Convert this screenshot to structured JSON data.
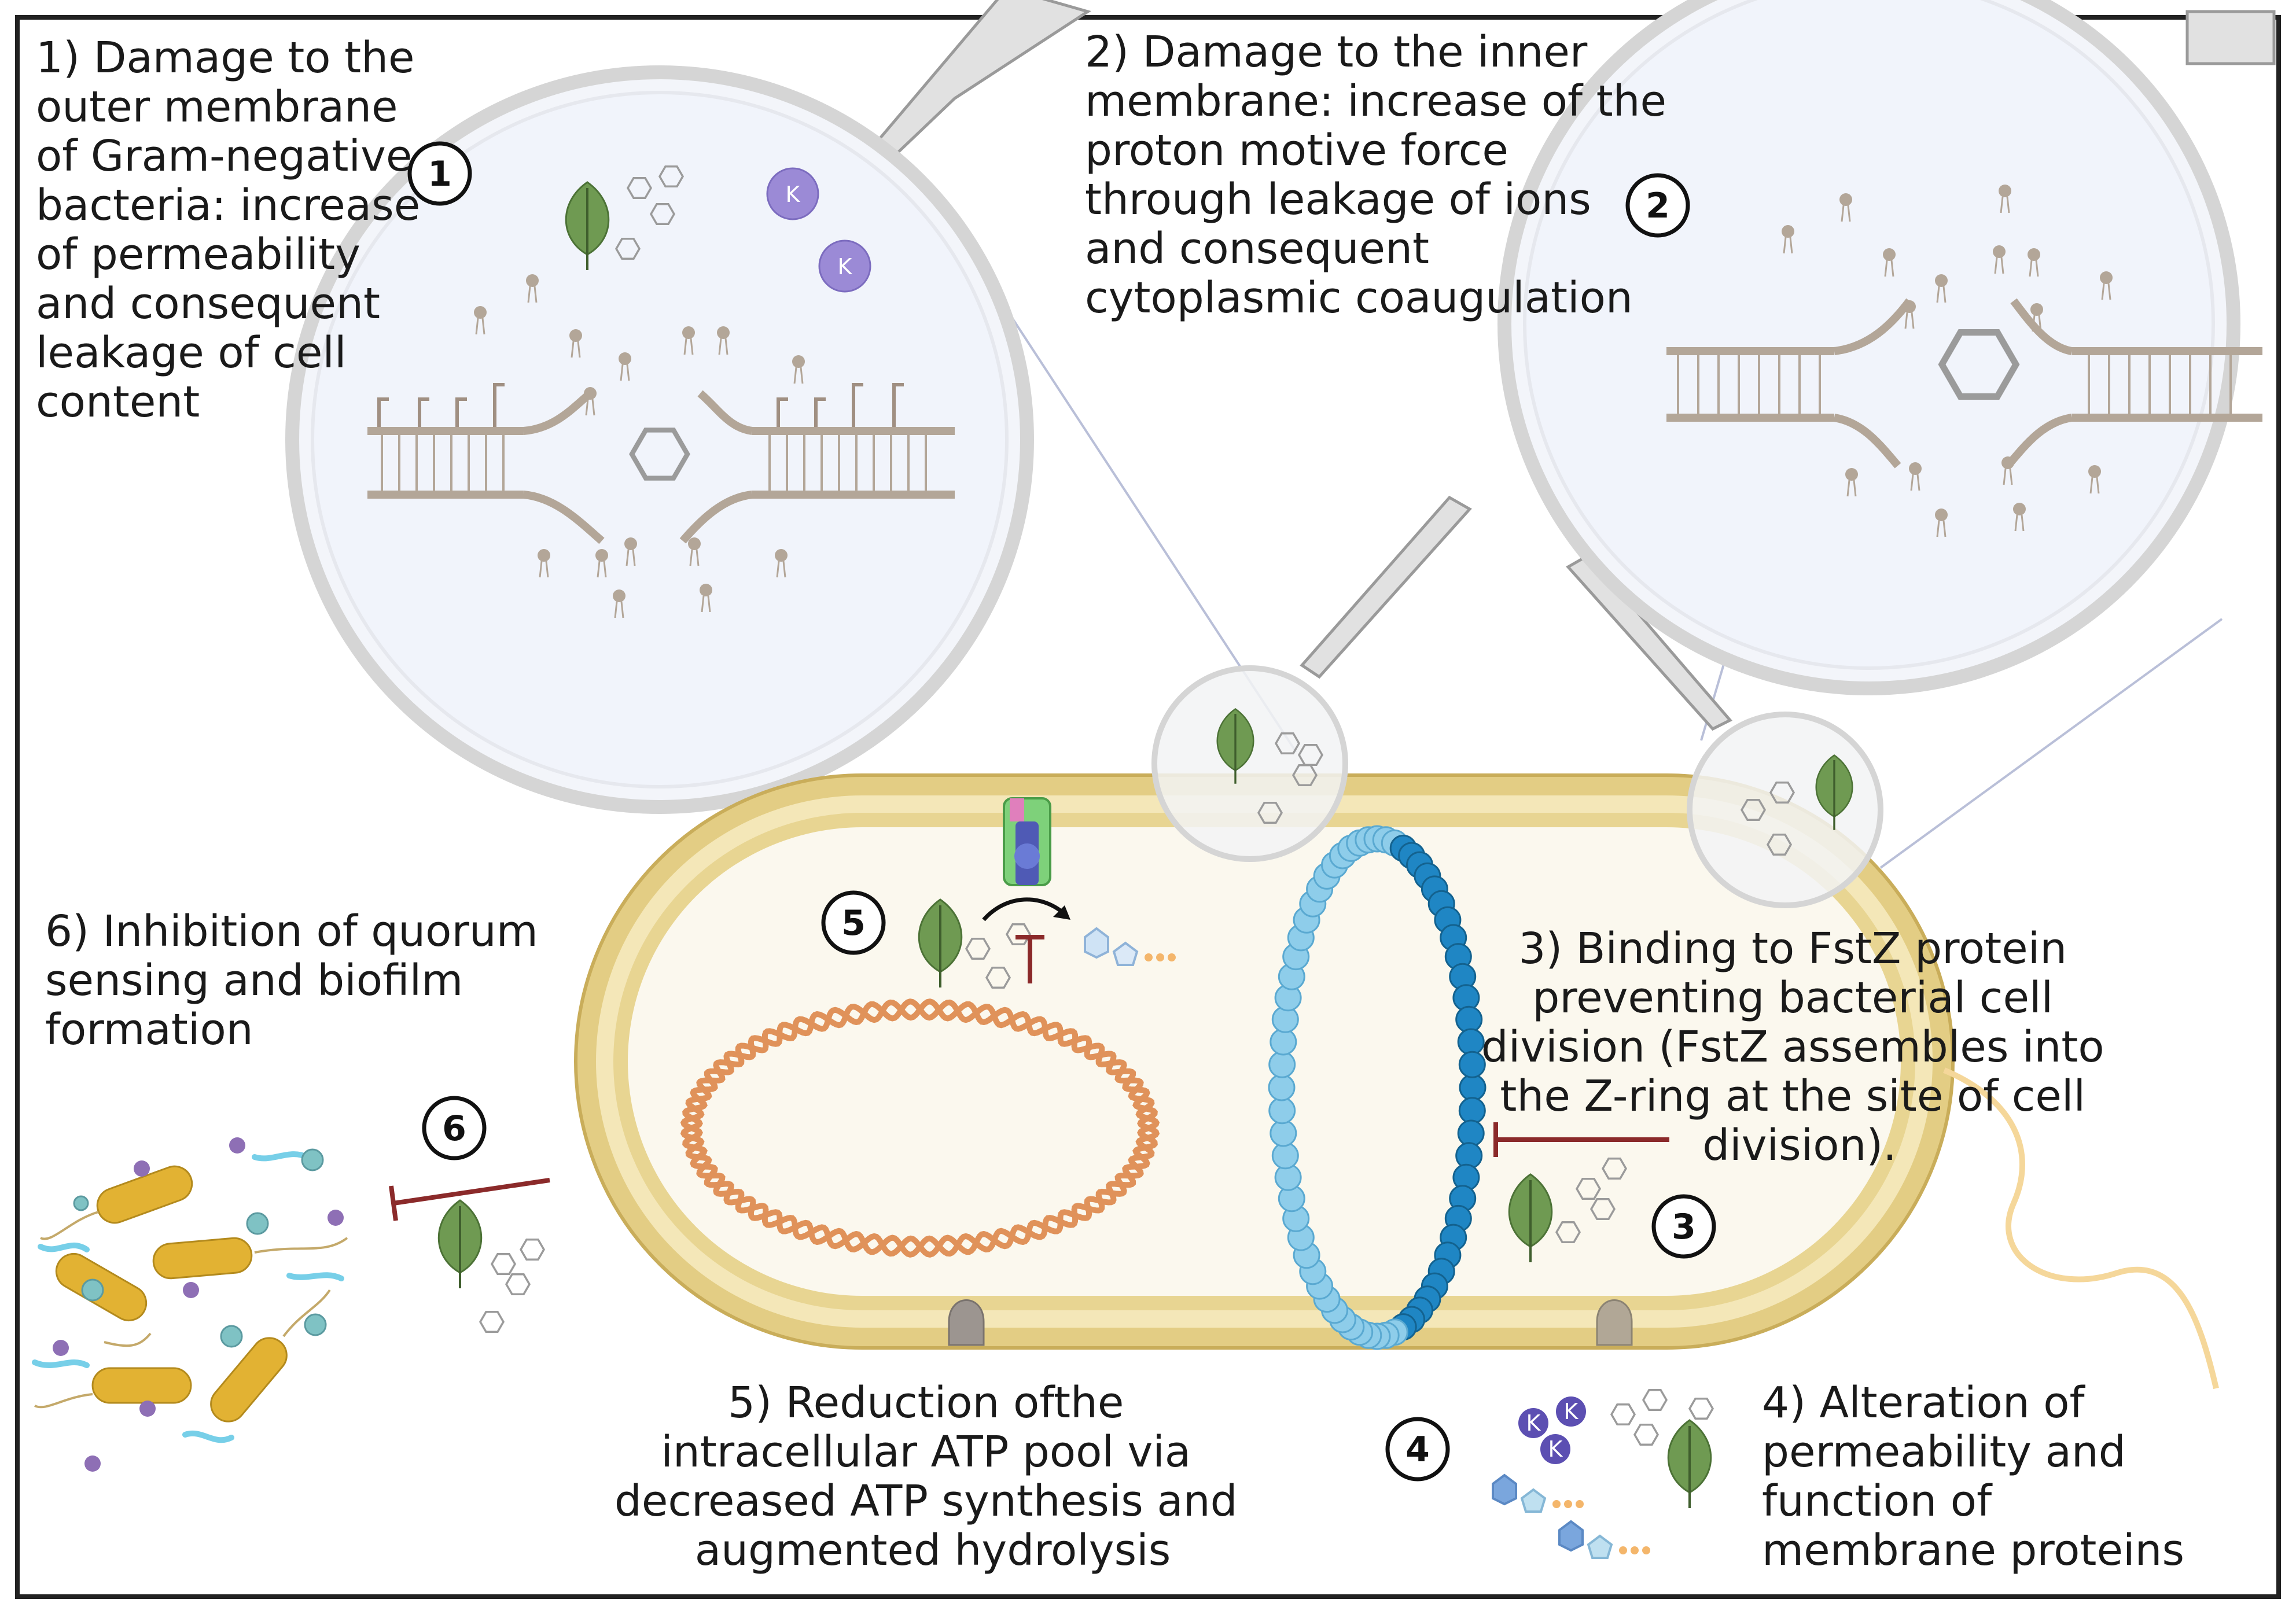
{
  "labels": {
    "m1": [
      "1) Damage to the",
      "outer membrane",
      "of Gram-negative",
      "bacteria: increase",
      "of permeability",
      "and consequent",
      "leakage of cell",
      "content"
    ],
    "m2": [
      "2) Damage to the inner",
      "membrane: increase of the",
      "proton motive force",
      "through leakage of ions",
      "and consequent",
      "cytoplasmic coaugulation"
    ],
    "m3": [
      "3) Binding to FstZ protein",
      "preventing bacterial cell",
      "division (FstZ assembles into",
      "the Z-ring at the site of cell",
      "division)."
    ],
    "m4": [
      "4) Alteration of",
      "permeability and",
      "function of",
      "membrane proteins"
    ],
    "m5": [
      "5) Reduction ofthe",
      "intracellular ATP pool via",
      "decreased ATP synthesis and",
      "augmented hydrolysis"
    ],
    "m6": [
      "6) Inhibition of quorum",
      "sensing and biofilm",
      "formation"
    ]
  },
  "badges": {
    "b1": "1",
    "b2": "2",
    "b3": "3",
    "b4": "4",
    "b5": "5",
    "b6": "6"
  },
  "ion_symbol": "K",
  "colors": {
    "frame": "#222222",
    "membrane": "#e3cd84",
    "cytoplasm": "#fbf8ee",
    "leaf": "#6f9a52",
    "inhibitor": "#8b2a2a",
    "dna": "#e0925a",
    "ftsz_dark": "#1f86c4",
    "ftsz_light": "#8ecdea",
    "ion": "#9b8ad6",
    "rod_bacteria": "#e2b233",
    "lipid": "#b3a698"
  }
}
